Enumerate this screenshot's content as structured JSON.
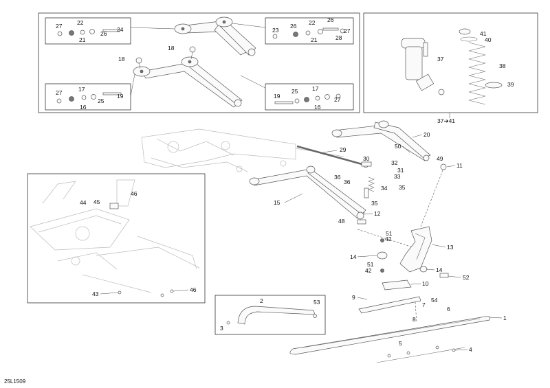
{
  "diagram_code": "25L1509",
  "callouts": {
    "p1": "1",
    "p2": "2",
    "p3": "3",
    "p4": "4",
    "p5": "5",
    "p6": "6",
    "p7": "7",
    "p8": "8",
    "p9": "9",
    "p10": "10",
    "p11": "11",
    "p12": "12",
    "p13": "13",
    "p14": "14",
    "p15": "15",
    "p16": "16",
    "p17": "17",
    "p18": "18",
    "p19": "19",
    "p20": "20",
    "p21": "21",
    "p22": "22",
    "p23": "23",
    "p24": "24",
    "p25": "25",
    "p26": "26",
    "p27": "27",
    "p28": "28",
    "p29": "29",
    "p30": "30",
    "p31": "31",
    "p32": "32",
    "p33": "33",
    "p34": "34",
    "p35": "35",
    "p36": "36",
    "p37": "37",
    "p38": "38",
    "p39": "39",
    "p40": "40",
    "p41": "41",
    "p42": "42",
    "p43": "43",
    "p44": "44",
    "p45": "45",
    "p46": "46",
    "p48": "48",
    "p49": "49",
    "p50": "50",
    "p51": "51",
    "p52": "52",
    "p53": "53",
    "p54": "54",
    "kit_37_41": "37➜41"
  }
}
